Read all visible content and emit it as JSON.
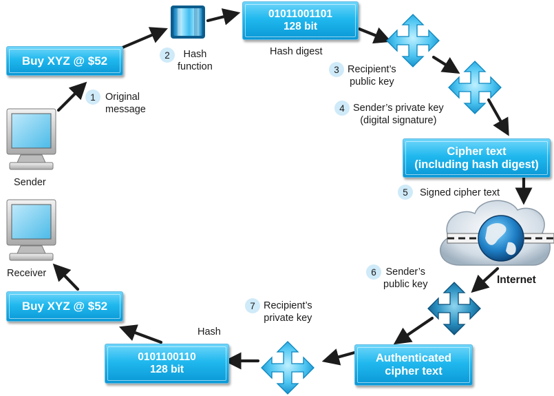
{
  "sender_box": "Buy XYZ @ $52",
  "receiver_box": "Buy XYZ @ $52",
  "hash_digest_box": {
    "line1": "01011001101",
    "line2": "128 bit"
  },
  "hash_box": {
    "line1": "0101100110",
    "line2": "128 bit"
  },
  "cipher_box": {
    "line1": "Cipher text",
    "line2": "(including hash digest)"
  },
  "auth_box": {
    "line1": "Authenticated",
    "line2": "cipher text"
  },
  "labels": {
    "sender": "Sender",
    "receiver": "Receiver",
    "hash_digest": "Hash digest",
    "hash": "Hash",
    "internet": "Internet"
  },
  "steps": [
    {
      "num": "1",
      "line1": "Original",
      "line2": "message"
    },
    {
      "num": "2",
      "line1": "Hash",
      "line2": "function"
    },
    {
      "num": "3",
      "line1": "Recipient’s",
      "line2": "public key"
    },
    {
      "num": "4",
      "line1": "Sender’s private key",
      "line2": "(digital signature)"
    },
    {
      "num": "5",
      "line1": "Signed cipher text"
    },
    {
      "num": "6",
      "line1": "Sender’s",
      "line2": "public key"
    },
    {
      "num": "7",
      "line1": "Recipient’s",
      "line2": "private key"
    }
  ],
  "colors": {
    "box_blue": "#1ab0ea",
    "arrow": "#1c1c1c",
    "step_circle": "#cfeaf8"
  },
  "icons": [
    "monitor-icon",
    "hash-function-icon",
    "key-icon",
    "cloud-icon",
    "globe-icon"
  ]
}
